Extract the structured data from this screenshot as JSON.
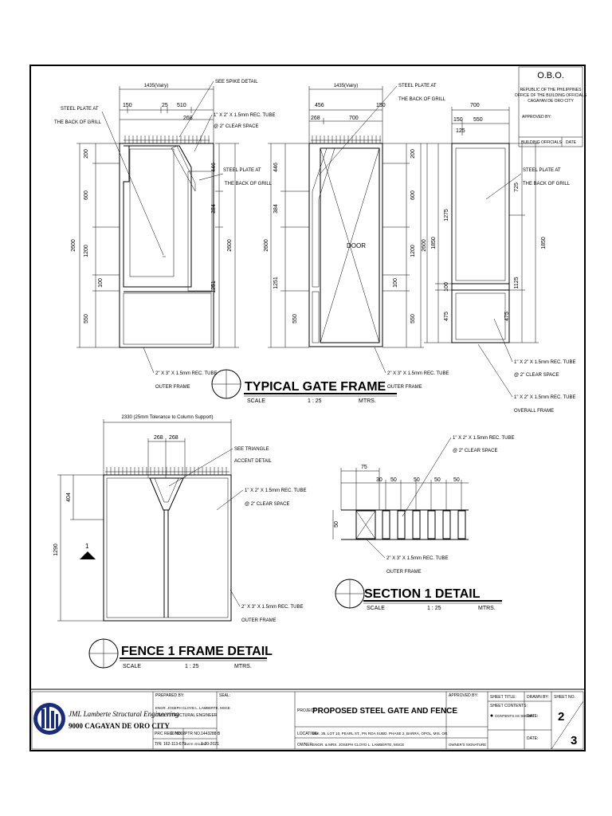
{
  "obo": {
    "title": "O.B.O.",
    "line1": "REPUBLIC OF THE PHILIPPINES",
    "line2": "OFFICE OF THE BUILDING OFFICIALS",
    "line3": "CAGAYAN DE ORO CITY",
    "approved_by": "APPROVED BY:",
    "building_official": "BUILDING OFFICIALS",
    "date": "DATE"
  },
  "gate1": {
    "width_label": "1435(Vairy)",
    "see_spike": "SEE SPIKE DETAIL",
    "steel_plate_1": "STEEL PLATE AT",
    "steel_plate_2": "THE BACK OF GRILL",
    "rec_tube_1": "1\" X 2\" X 1.5mm REC. TUBE",
    "rec_tube_2": "@ 2\" CLEAR SPACE",
    "steel_plate_r1": "STEEL PLATE AT",
    "steel_plate_r2": "THE BACK OF GRILL",
    "dims_top": [
      "150",
      "25",
      "510",
      "268"
    ],
    "dims_left": [
      "200",
      "600",
      "2600",
      "1200",
      "100",
      "550"
    ],
    "dims_right": [
      "446",
      "384",
      "2600",
      "1251"
    ],
    "outer_1": "2\" X 3\" X 1.5mm REC. TUBE",
    "outer_2": "OUTER FRAME"
  },
  "gate2": {
    "width_label": "1435(Vairy)",
    "steel_plate_1": "STEEL PLATE AT",
    "steel_plate_2": "THE BACK OF GRILL",
    "dims_top": [
      "456",
      "150",
      "268",
      "700"
    ],
    "dims_left": [
      "446",
      "384",
      "2600",
      "1251",
      "550"
    ],
    "dims_right": [
      "200",
      "600",
      "2600",
      "1200",
      "100",
      "550"
    ],
    "door": "DOOR",
    "outer_1": "2\" X 3\" X 1.5mm REC. TUBE",
    "outer_2": "OUTER FRAME"
  },
  "gate3": {
    "dims_top": [
      "700",
      "150",
      "550",
      "125"
    ],
    "dims_left": [
      "1275",
      "1850",
      "100",
      "475"
    ],
    "dims_right": [
      "725",
      "1850",
      "1125",
      "475"
    ],
    "steel_plate_1": "STEEL PLATE AT",
    "steel_plate_2": "THE BACK OF GRILL",
    "tube_a1": "1\" X 2\" X 1.5mm REC. TUBE",
    "tube_a2": "@ 2\" CLEAR SPACE",
    "tube_b1": "1\" X 2\" X 1.5mm REC. TUBE",
    "tube_b2": "OVERALL FRAME"
  },
  "typical_gate": {
    "title": "TYPICAL GATE FRAME",
    "scale": "SCALE",
    "ratio": "1 : 25",
    "units": "MTRS."
  },
  "fence": {
    "width_label": "2330 (25mm Tolerance to Column Support)",
    "dims_top": [
      "268",
      "268"
    ],
    "dim_404": "404",
    "dim_1290": "1290",
    "section_marker": "1",
    "see_triangle_1": "SEE TRIANGLE",
    "see_triangle_2": "ACCENT DETAIL",
    "tube_1": "1\" X 2\" X 1.5mm REC. TUBE",
    "tube_2": "@ 2\" CLEAR SPACE",
    "outer_1": "2\" X 3\" X 1.5mm REC. TUBE",
    "outer_2": "OUTER FRAME",
    "title": "FENCE  1 FRAME DETAIL",
    "scale": "SCALE",
    "ratio": "1 : 25",
    "units": "MTRS."
  },
  "section": {
    "tube_1": "1\" X 2\" X 1.5mm REC. TUBE",
    "tube_2": "@ 2\" CLEAR SPACE",
    "dims": [
      "75",
      "30",
      "50",
      "50",
      "50",
      "50"
    ],
    "dim_50": "50",
    "outer_1": "2\" X 3\" X 1.5mm REC. TUBE",
    "outer_2": "OUTER FRAME",
    "title": "SECTION 1  DETAIL",
    "scale": "SCALE",
    "ratio": "1 : 25",
    "units": "MTRS."
  },
  "titleblock": {
    "company": "JML Lamberte Structural Engineering",
    "city": "9000 CAGAYAN DE ORO CITY",
    "prepared_by": "PREPARED BY:",
    "engineer": "ENGR. JOSEPH CLOYD L. LAMBERTE, MSCE",
    "role": "CIVIL / STRUCTURAL ENGINEER",
    "prc_label": "PRC REG. NO.",
    "prc_value": "0076802",
    "ptr_label": "PTR NO.",
    "ptr_value": "1443288 B",
    "tin_label": "TIN:",
    "tin_value": "162-113-679",
    "date_label": "DATE ISSUED:",
    "date_value": "1-20-2021",
    "seal": "SEAL:",
    "project_label": "PROJECT",
    "project": "PROPOSED STEEL GATE AND FENCE",
    "location_label": "LOCATION",
    "location": "BLK. 35, LOT 10, PEARL ST., PN ROA SUBD. PHASE 2, BARRA, OPOL, MIS. OR.",
    "owner_label": "OWNER",
    "owner": "ENGR. & MRS. JOSEPH CLOYD L. LAMBERTE, MSCE",
    "owner_sig": "OWNER'S SIGNATURE",
    "approved_by": "APPROVED BY:",
    "sheet_title": "SHEET TITLE:",
    "sheet_contents": "SHEET CONTENTS:",
    "contents_as_shown": "CONTENTS AS SHOWN",
    "drawn_by": "DRAWN BY:",
    "date": "DATE:",
    "sheet_no": "SHEET NO.",
    "sheet": "2",
    "of": "3"
  }
}
